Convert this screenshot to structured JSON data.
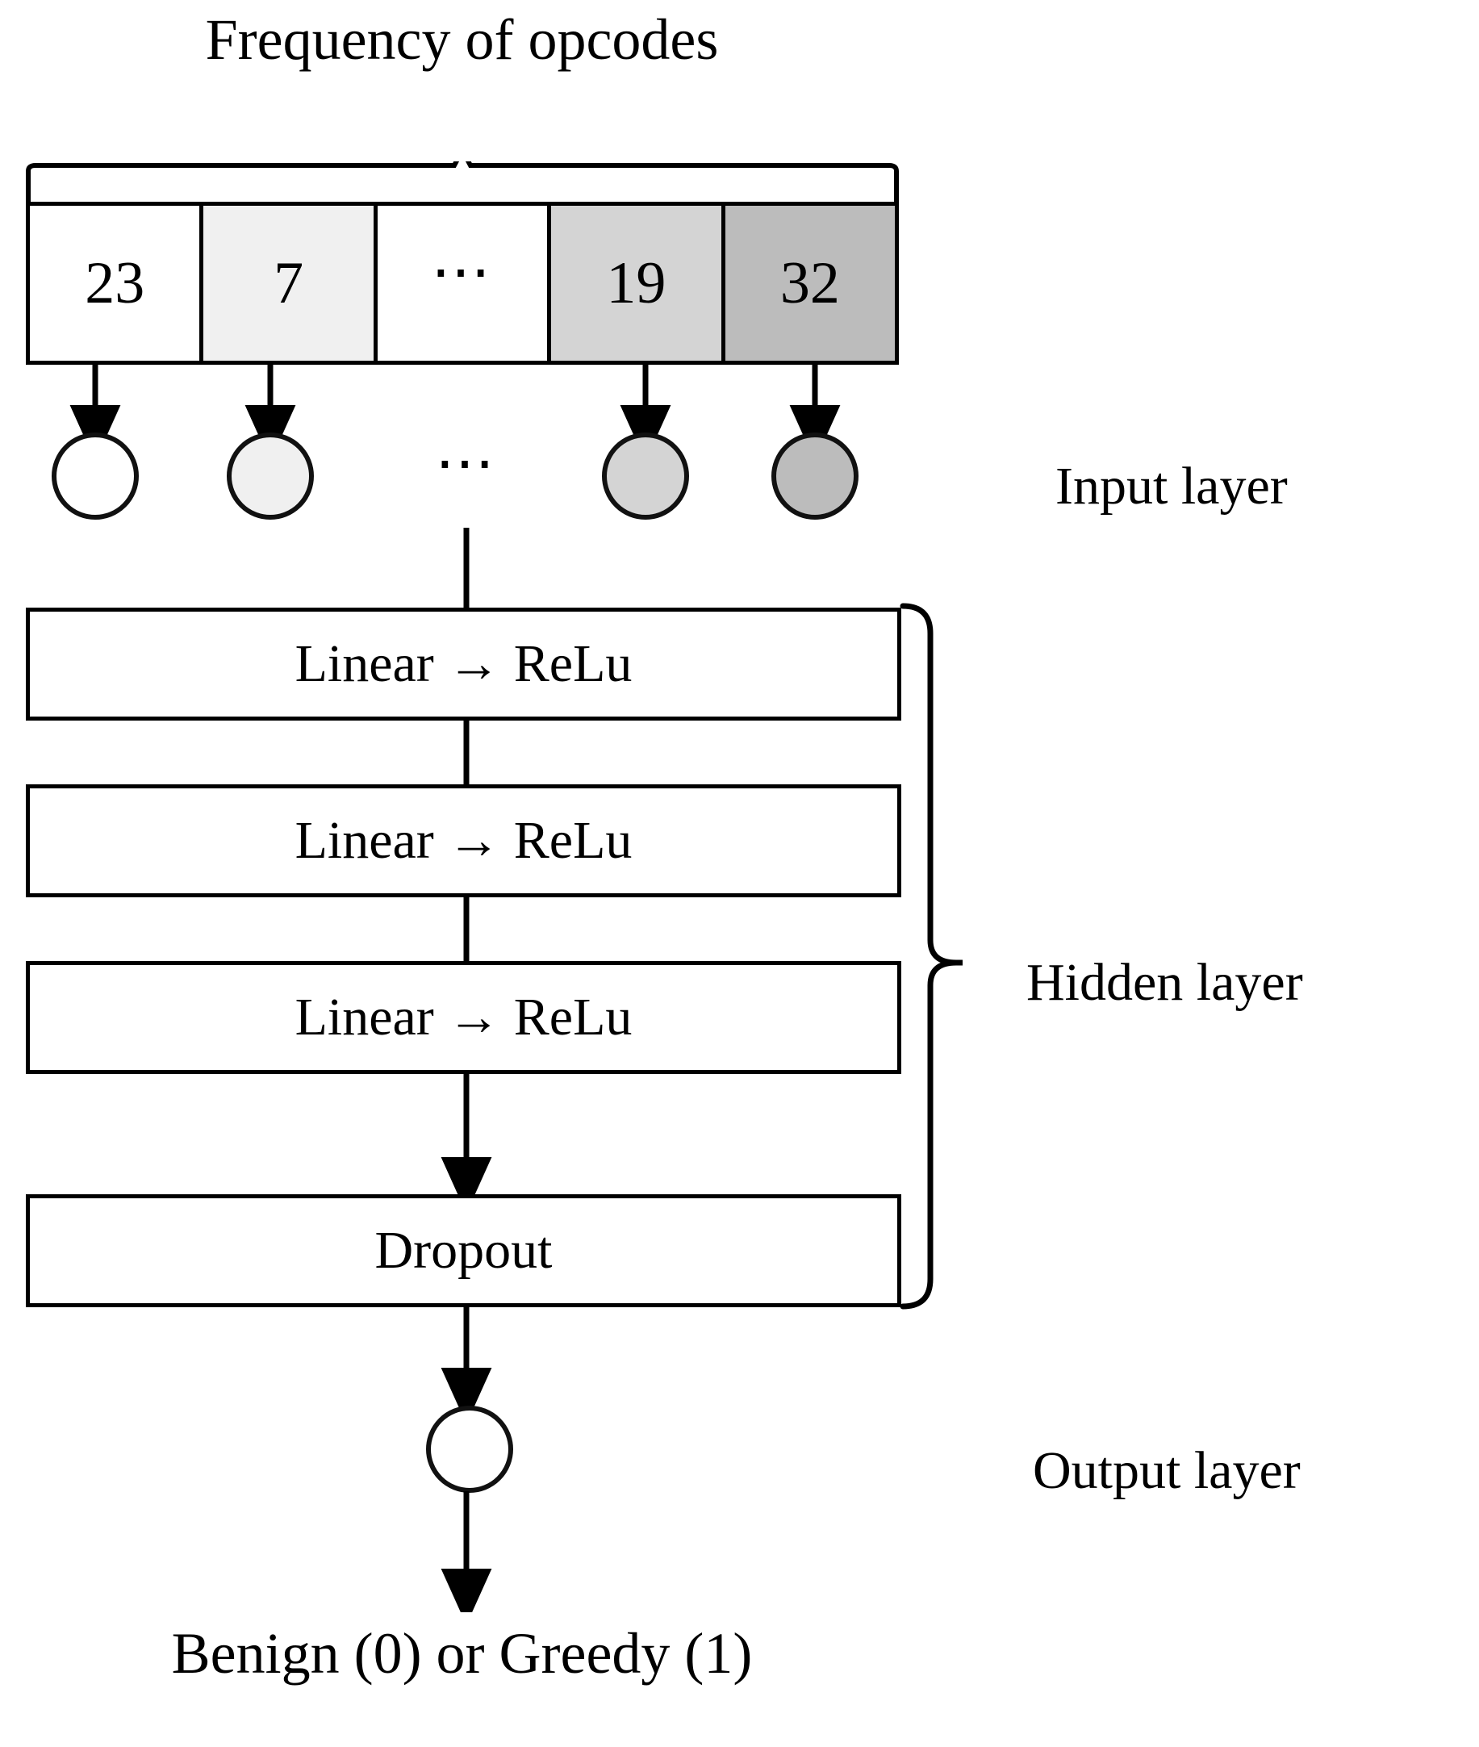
{
  "diagram": {
    "title": "Frequency of opcodes",
    "final_label": "Benign (0) or Greedy (1)",
    "input_table": {
      "cells": [
        {
          "value": "23",
          "fill": "#ffffff"
        },
        {
          "value": "7",
          "fill": "#f0f0f0"
        },
        {
          "value": "⋯",
          "fill": "#ffffff"
        },
        {
          "value": "19",
          "fill": "#d4d4d4"
        },
        {
          "value": "32",
          "fill": "#bcbcbc"
        }
      ]
    },
    "input_neurons": [
      {
        "fill": "#ffffff"
      },
      {
        "fill": "#f0f0f0"
      },
      {
        "fill": "#d4d4d4"
      },
      {
        "fill": "#bcbcbc"
      }
    ],
    "neuron_ellipsis": "⋯",
    "hidden_boxes": [
      {
        "label": "Linear → ReLu"
      },
      {
        "label": "Linear → ReLu"
      },
      {
        "label": "Linear → ReLu"
      },
      {
        "label": "Dropout"
      }
    ],
    "captions": {
      "input": "Input layer",
      "hidden": "Hidden layer",
      "output": "Output layer"
    },
    "colors": {
      "stroke": "#000000",
      "background": "#ffffff"
    }
  }
}
